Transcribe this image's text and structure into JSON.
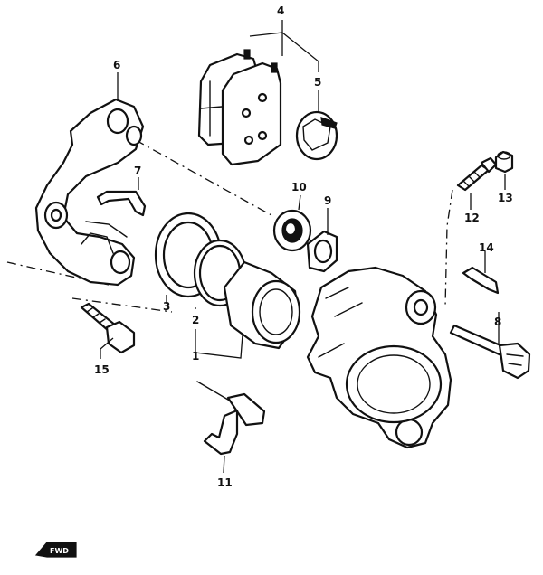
{
  "callouts": {
    "c1": "1",
    "c2": "2",
    "c3": "3",
    "c4": "4",
    "c5": "5",
    "c6": "6",
    "c7": "7",
    "c8": "8",
    "c9": "9",
    "c10": "10",
    "c11": "11",
    "c12": "12",
    "c13": "13",
    "c14": "14",
    "c15": "15"
  },
  "direction_badge": "FWD"
}
